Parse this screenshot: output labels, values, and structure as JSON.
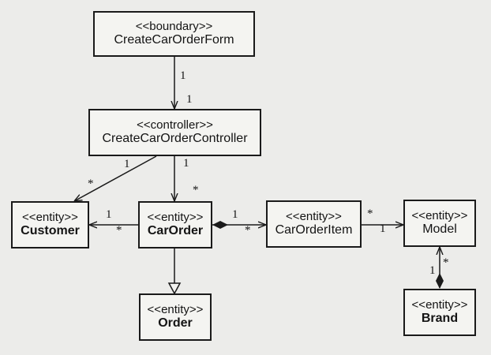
{
  "classes": {
    "form": {
      "stereotype": "<<boundary>>",
      "name": "CreateCarOrderForm"
    },
    "controller": {
      "stereotype": "<<controller>>",
      "name": "CreateCarOrderController"
    },
    "customer": {
      "stereotype": "<<entity>>",
      "name": "Customer"
    },
    "carorder": {
      "stereotype": "<<entity>>",
      "name": "CarOrder"
    },
    "carorderitem": {
      "stereotype": "<<entity>>",
      "name": "CarOrderItem"
    },
    "model": {
      "stereotype": "<<entity>>",
      "name": "Model"
    },
    "order": {
      "stereotype": "<<entity>>",
      "name": "Order"
    },
    "brand": {
      "stereotype": "<<entity>>",
      "name": "Brand"
    }
  },
  "multiplicities": {
    "form_controller_src": "1",
    "form_controller_dst": "1",
    "ctrl_customer_src": "1",
    "ctrl_customer_dst": "*",
    "ctrl_carorder_src": "1",
    "ctrl_carorder_dst": "*",
    "carorder_customer_src": "1",
    "carorder_customer_dst": "*",
    "carorder_item_src": "1",
    "carorder_item_dst": "*",
    "item_model_src": "*",
    "item_model_dst": "1",
    "brand_model_src": "1",
    "brand_model_dst": "*"
  },
  "colors": {
    "line": "#1a1a1a",
    "box_fill": "#f4f4f1",
    "background": "#ececea"
  }
}
